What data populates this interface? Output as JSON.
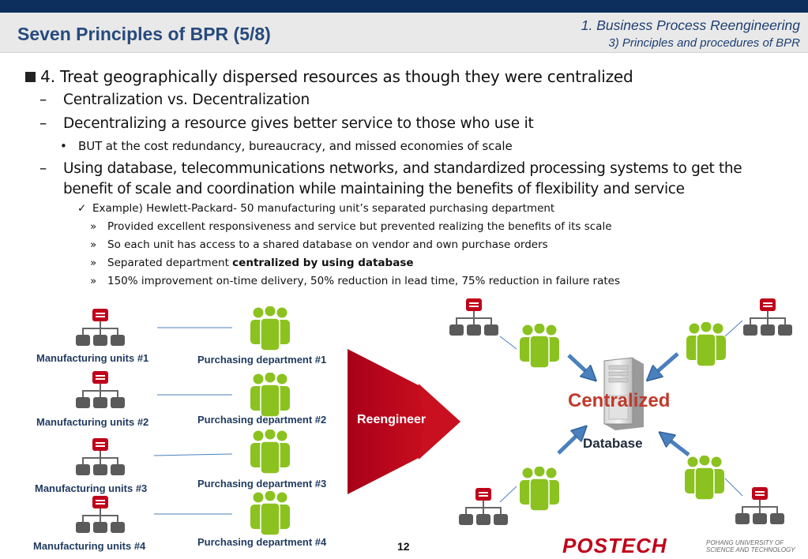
{
  "header": {
    "title": "Seven Principles of BPR (5/8)",
    "section": "1. Business Process Reengineering",
    "subsection": "3) Principles and procedures of BPR"
  },
  "bullets": {
    "main": "4. Treat geographically dispersed resources as though they were centralized",
    "dash1": "Centralization vs. Decentralization",
    "dash2": "Decentralizing a resource gives better service to those who use it",
    "dot1": "BUT at the cost redundancy, bureaucracy, and missed economies of scale",
    "dash3_line1": "Using database, telecommunications networks, and standardized processing systems to get the",
    "dash3_line2": "benefit of  scale and coordination while maintaining the benefits of flexibility and service",
    "check1": "Example) Hewlett-Packard- 50 manufacturing unit’s separated purchasing department",
    "sub1": "Provided excellent responsiveness and service but prevented realizing the benefits of its scale",
    "sub2": "So each unit has access to a shared database on vendor and own purchase orders",
    "sub3_plain": "Separated department ",
    "sub3_bold": "centralized by using database",
    "sub4": "150% improvement on-time delivery, 50% reduction in lead time, 75% reduction in failure rates",
    "dash_glyph": "–",
    "dot_glyph": "•",
    "check_glyph": "✓",
    "sub_glyph": "»"
  },
  "diagram": {
    "manufacturing_units": [
      "Manufacturing units #1",
      "Manufacturing units #2",
      "Manufacturing units #3",
      "Manufacturing units #4"
    ],
    "purchasing_departments": [
      "Purchasing department #1",
      "Purchasing department #2",
      "Purchasing department #3",
      "Purchasing department #4"
    ],
    "arrow_label": "Reengineer",
    "centralized_label": "Centralized",
    "database_label": "Database"
  },
  "footer": {
    "page_number": "12",
    "logo_text": "POSTECH",
    "logo_sub_line1": "POHANG UNIVERSITY OF",
    "logo_sub_line2": "SCIENCE AND TECHNOLOGY"
  },
  "colors": {
    "topbar": "#0d2f5e",
    "title": "#274a7c",
    "red": "#c0001a",
    "green": "#8bc220",
    "gray": "#5a5a5a",
    "arrow_blue": "#4a80bd",
    "centralized": "#c0392b"
  }
}
